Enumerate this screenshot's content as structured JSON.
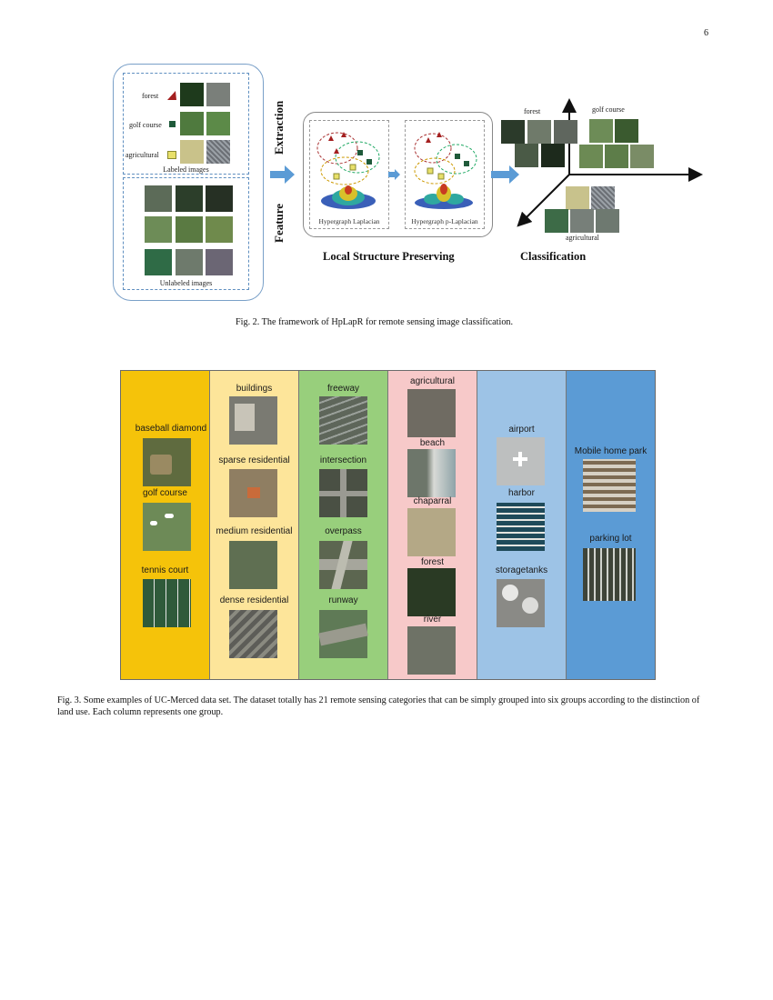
{
  "page_number": "6",
  "fig2": {
    "labeled": {
      "classes": [
        "forest",
        "golf course",
        "agricultural"
      ],
      "caption": "Labeled images"
    },
    "unlabeled_caption": "Unlabeled images",
    "feature_extraction": [
      "Feature",
      "Extraction"
    ],
    "laplacian_labels": [
      "Hypergraph Laplacian",
      "Hypergraph p-Laplacian"
    ],
    "stage_titles": [
      "Local Structure Preserving",
      "Classification"
    ],
    "classification_labels": [
      "forest",
      "golf course",
      "agricultural"
    ],
    "caption": "Fig. 2.  The framework of HpLapR for remote sensing image classification."
  },
  "fig3": {
    "groups": [
      {
        "color": "#f5c30a",
        "categories": [
          "baseball diamond",
          "golf course",
          "tennis court"
        ]
      },
      {
        "color": "#fde59a",
        "categories": [
          "buildings",
          "sparse residential",
          "medium residential",
          "dense residential"
        ]
      },
      {
        "color": "#98cf7c",
        "categories": [
          "freeway",
          "intersection",
          "overpass",
          "runway"
        ]
      },
      {
        "color": "#f7c9c9",
        "categories": [
          "agricultural",
          "beach",
          "chaparral",
          "forest",
          "river"
        ]
      },
      {
        "color": "#9dc3e6",
        "categories": [
          "airport",
          "harbor",
          "storagetanks"
        ]
      },
      {
        "color": "#5b9bd5",
        "categories": [
          "Mobile home park",
          "parking lot"
        ]
      }
    ],
    "caption": "Fig. 3.  Some examples of UC-Merced data set. The dataset totally has 21 remote sensing categories that can be simply grouped into six groups according to the distinction of land use. Each column represents one group."
  }
}
